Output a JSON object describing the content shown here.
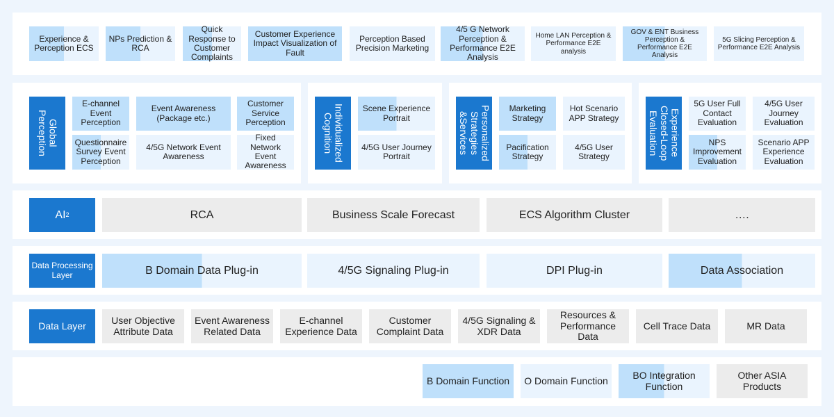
{
  "top": [
    "Experience & Perception ECS",
    "NPs Prediction & RCA",
    "Quick Response to Customer Complaints",
    "Customer Experience Impact Visualization of Fault",
    "Perception Based Precision Marketing",
    "4/5 G Network Perception & Performance E2E Analysis",
    "Home LAN Perception & Performance E2E analysis",
    "GOV & ENT Business Perception & Performance E2E Analysis",
    "5G Slicing Perception & Performance E2E Analysis"
  ],
  "groups": {
    "global": {
      "header": "Global Perception",
      "items": [
        "E-channel Event Perception",
        "Event Awareness (Package etc.)",
        "Customer Service Perception",
        "Questionnaire Survey Event Perception",
        "4/5G Network Event Awareness",
        "Fixed Network Event Awareness"
      ]
    },
    "cognition": {
      "header": "Individualized Cognition",
      "items": [
        "Scene Experience Portrait",
        "4/5G User Journey Portrait"
      ]
    },
    "strategies": {
      "header": "Personalized Strategies &Services",
      "items": [
        "Marketing Strategy",
        "Hot Scenario APP Strategy",
        "Pacification Strategy",
        "4/5G User Strategy"
      ]
    },
    "evaluation": {
      "header": "Experience Closed-Loop Evaluation",
      "items": [
        "5G User Full Contact Evaluation",
        "4/5G User Journey Evaluation",
        "NPS Improvement Evaluation",
        "Scenario APP Experience Evaluation"
      ]
    }
  },
  "ai": {
    "header": "AI",
    "header_sup": "2",
    "items": [
      "RCA",
      "Business Scale Forecast",
      "ECS Algorithm Cluster",
      "…."
    ]
  },
  "processing": {
    "header": "Data Processing Layer",
    "items": [
      "B Domain Data Plug-in",
      "4/5G Signaling Plug-in",
      "DPI Plug-in",
      "Data Association"
    ]
  },
  "data_layer": {
    "header": "Data Layer",
    "items": [
      "User Objective Attribute Data",
      "Event Awareness Related Data",
      "E-channel Experience Data",
      "Customer Complaint Data",
      "4/5G Signaling & XDR Data",
      "Resources & Performance Data",
      "Cell Trace Data",
      "MR Data"
    ]
  },
  "functions": [
    "B Domain Function",
    "O Domain Function",
    "BO Integration Function",
    "Other ASIA Products"
  ],
  "colors": {
    "background": "#eef5fd",
    "panel": "#ffffff",
    "dark_blue": "#1b78cf",
    "light_blue": "#bfe0fb",
    "pale_blue": "#eaf4fe",
    "grey": "#ececec"
  }
}
